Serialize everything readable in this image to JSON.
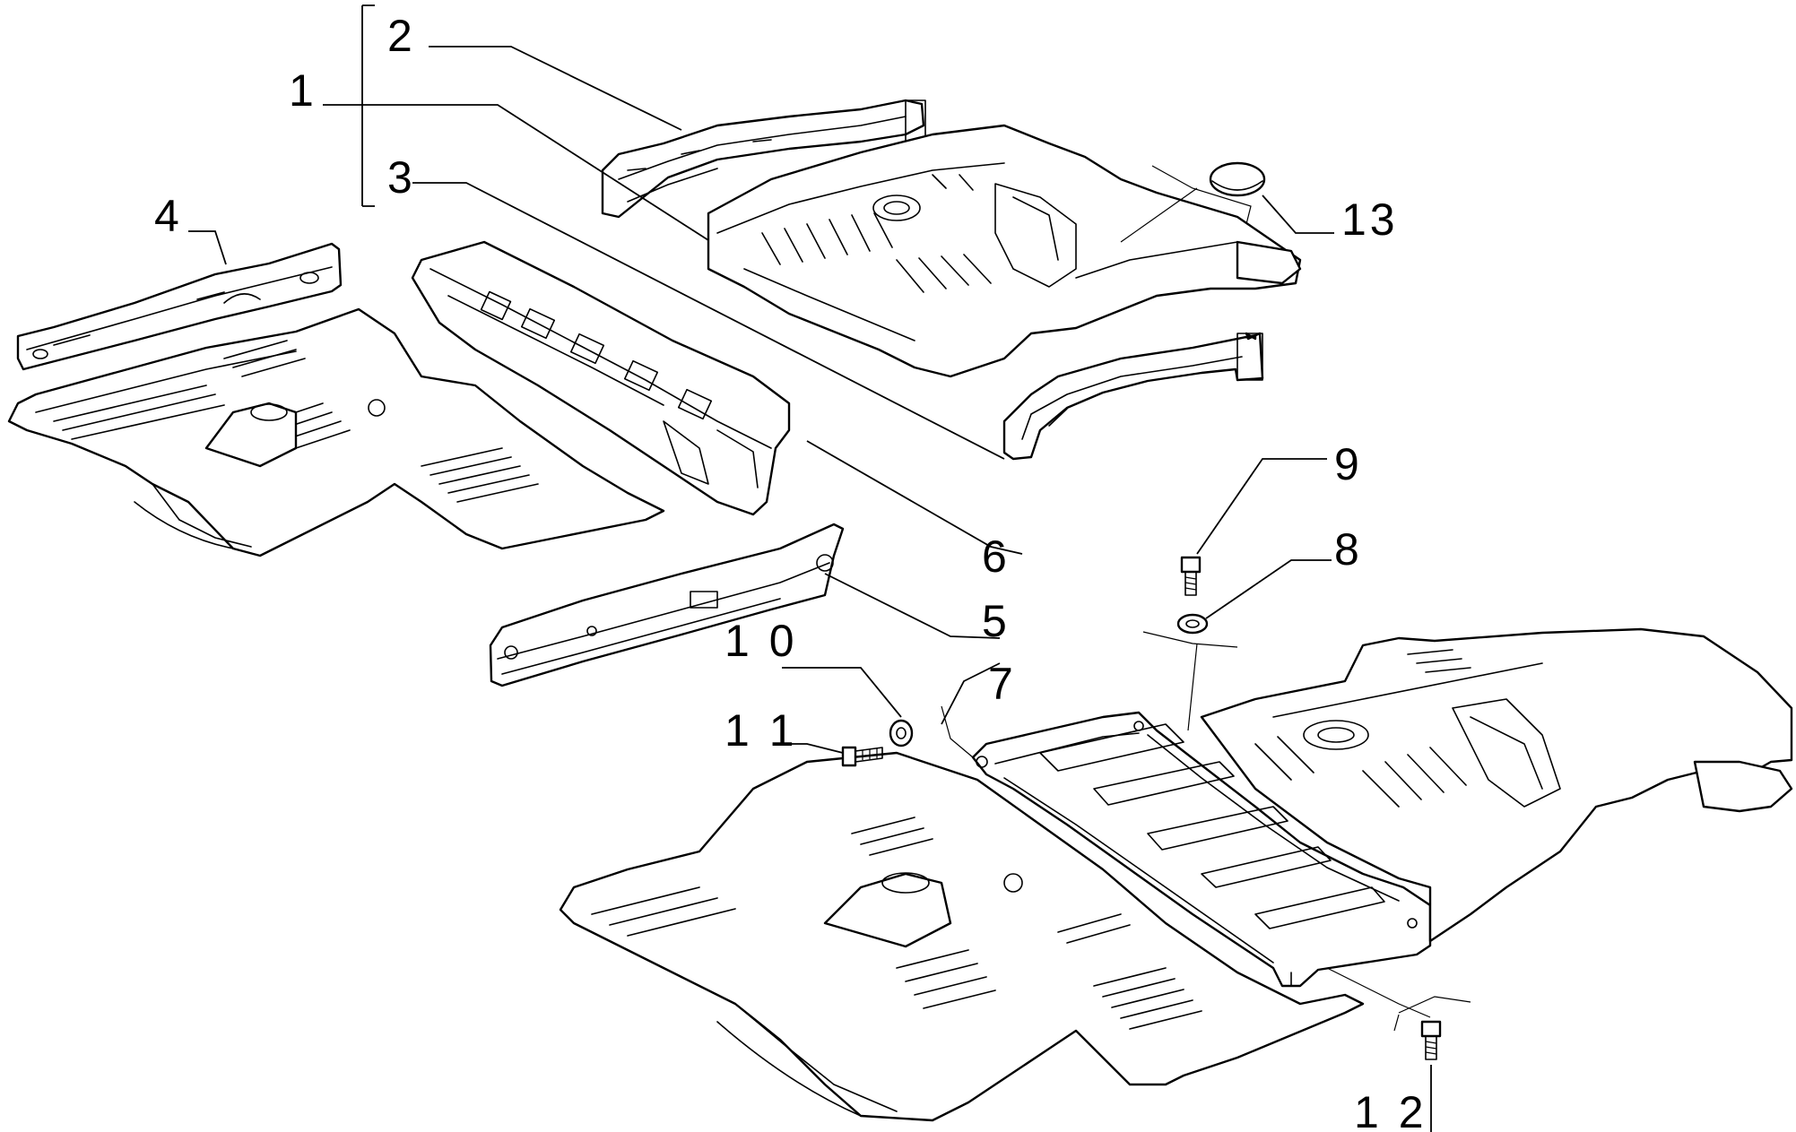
{
  "callouts": [
    {
      "id": "1",
      "text": "1"
    },
    {
      "id": "2",
      "text": "2"
    },
    {
      "id": "3",
      "text": "3"
    },
    {
      "id": "4",
      "text": "4"
    },
    {
      "id": "5",
      "text": "5"
    },
    {
      "id": "6",
      "text": "6"
    },
    {
      "id": "7",
      "text": "7"
    },
    {
      "id": "8",
      "text": "8"
    },
    {
      "id": "9",
      "text": "9"
    },
    {
      "id": "10",
      "text": "1 0"
    },
    {
      "id": "11",
      "text": "1 1"
    },
    {
      "id": "12",
      "text": "1 2"
    },
    {
      "id": "13",
      "text": "13"
    }
  ]
}
